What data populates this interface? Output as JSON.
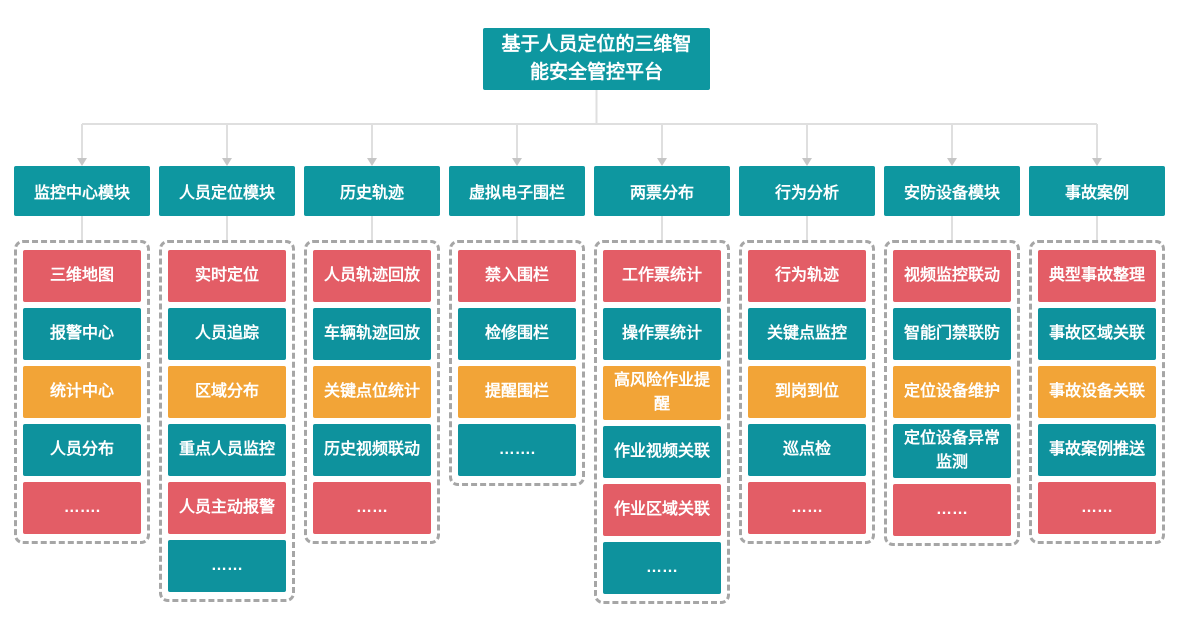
{
  "diagram": {
    "root": {
      "title": "基于人员定位的三维智\n能安全管控平台"
    },
    "columns": [
      {
        "header": "监控中心模块",
        "items": [
          {
            "label": "三维地图",
            "color": "red"
          },
          {
            "label": "报警中心",
            "color": "teal"
          },
          {
            "label": "统计中心",
            "color": "orange"
          },
          {
            "label": "人员分布",
            "color": "teal"
          },
          {
            "label": "…….",
            "color": "red"
          }
        ]
      },
      {
        "header": "人员定位模块",
        "items": [
          {
            "label": "实时定位",
            "color": "red"
          },
          {
            "label": "人员追踪",
            "color": "teal"
          },
          {
            "label": "区域分布",
            "color": "orange"
          },
          {
            "label": "重点人员监控",
            "color": "teal"
          },
          {
            "label": "人员主动报警",
            "color": "red"
          },
          {
            "label": "……",
            "color": "teal"
          }
        ]
      },
      {
        "header": "历史轨迹",
        "items": [
          {
            "label": "人员轨迹回放",
            "color": "red"
          },
          {
            "label": "车辆轨迹回放",
            "color": "teal"
          },
          {
            "label": "关键点位统计",
            "color": "orange"
          },
          {
            "label": "历史视频联动",
            "color": "teal"
          },
          {
            "label": "……",
            "color": "red"
          }
        ]
      },
      {
        "header": "虚拟电子围栏",
        "items": [
          {
            "label": "禁入围栏",
            "color": "red"
          },
          {
            "label": "检修围栏",
            "color": "teal"
          },
          {
            "label": "提醒围栏",
            "color": "orange"
          },
          {
            "label": "…….",
            "color": "teal"
          }
        ]
      },
      {
        "header": "两票分布",
        "items": [
          {
            "label": "工作票统计",
            "color": "red"
          },
          {
            "label": "操作票统计",
            "color": "teal"
          },
          {
            "label": "高风险作业提\n醒",
            "color": "orange"
          },
          {
            "label": "作业视频关联",
            "color": "teal"
          },
          {
            "label": "作业区域关联",
            "color": "red"
          },
          {
            "label": "……",
            "color": "teal"
          }
        ]
      },
      {
        "header": "行为分析",
        "items": [
          {
            "label": "行为轨迹",
            "color": "red"
          },
          {
            "label": "关键点监控",
            "color": "teal"
          },
          {
            "label": "到岗到位",
            "color": "orange"
          },
          {
            "label": "巡点检",
            "color": "teal"
          },
          {
            "label": "……",
            "color": "red"
          }
        ]
      },
      {
        "header": "安防设备模块",
        "items": [
          {
            "label": "视频监控联动",
            "color": "red"
          },
          {
            "label": "智能门禁联防",
            "color": "teal"
          },
          {
            "label": "定位设备维护",
            "color": "orange"
          },
          {
            "label": "定位设备异常\n监测",
            "color": "teal"
          },
          {
            "label": "……",
            "color": "red"
          }
        ]
      },
      {
        "header": "事故案例",
        "items": [
          {
            "label": "典型事故整理",
            "color": "red"
          },
          {
            "label": "事故区域关联",
            "color": "teal"
          },
          {
            "label": "事故设备关联",
            "color": "orange"
          },
          {
            "label": "事故案例推送",
            "color": "teal"
          },
          {
            "label": "……",
            "color": "red"
          }
        ]
      }
    ]
  },
  "colors": {
    "teal": "#0E97A0",
    "teal_item": "#0E929D",
    "red": "#E35D66",
    "orange": "#F2A437",
    "connector": "#DFDFDF",
    "arrow": "#C6C6C6",
    "dashed_border": "#A6A6A6"
  }
}
